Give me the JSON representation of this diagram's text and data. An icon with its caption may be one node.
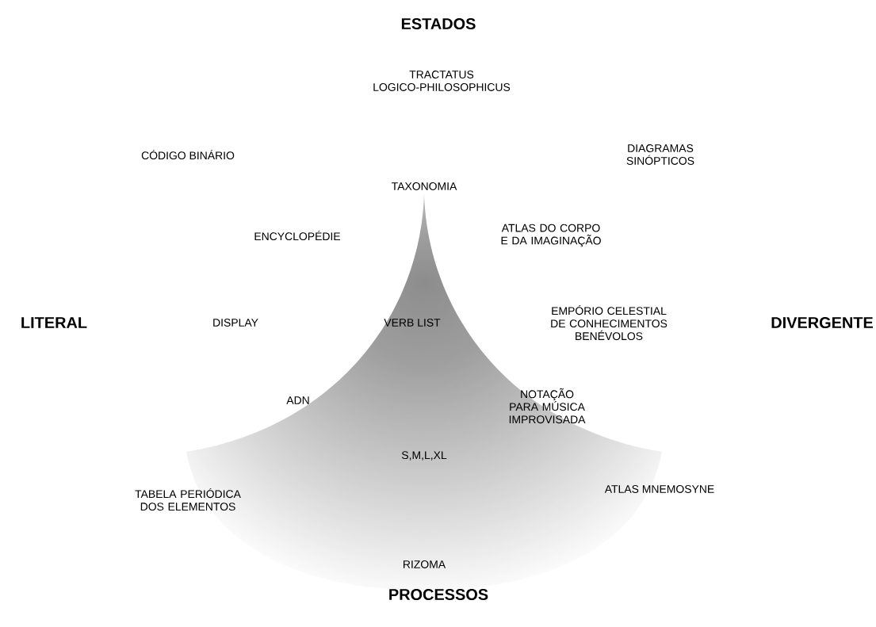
{
  "diagram": {
    "labels": [
      "ESTADOS",
      "TRACTATUS LOGICO-PHILOSOPHICUS",
      "CÓDIGO BINÁRIO",
      "DIAGRAMAS SINÓPTICOS",
      "TAXONOMIA",
      "ENCYCLOPÉDIE",
      "ATLAS DO CORPO E DA IMAGINAÇÃO",
      "LITERAL",
      "DISPLAY",
      "VERB LIST",
      "EMPÓRIO CELESTIAL DE CONHECIMENTOS BENÉVOLOS",
      "DIVERGENTE",
      "ADN",
      "NOTAÇÃO PARA MÚSICA IMPROVISADA",
      "S,M,L,XL",
      "TABELA PERIÓDICA DOS ELEMENTOS",
      "ATLAS MNEMOSYNE",
      "RIZOMA",
      "PROCESSOS"
    ]
  }
}
